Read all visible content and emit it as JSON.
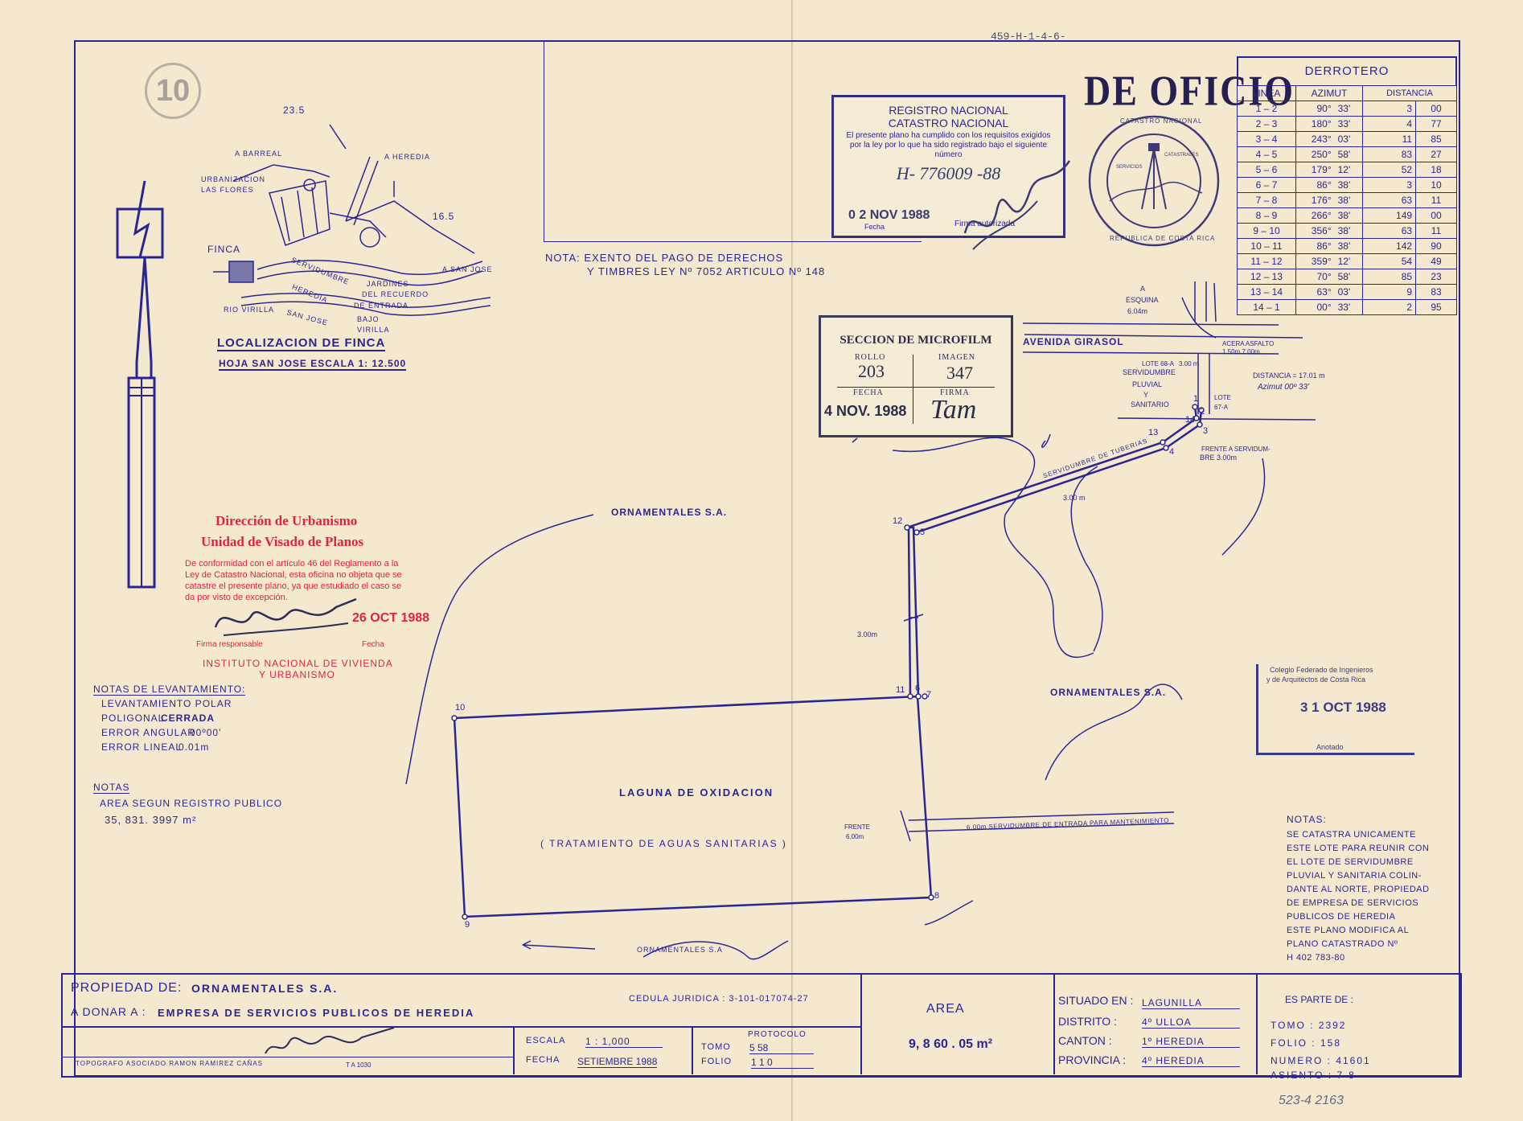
{
  "doc_number": "459-H-1-4-6-",
  "circle_number": "10",
  "de_oficio": "DE OFICIO",
  "derrotero": {
    "title": "DERROTERO",
    "headers": [
      "LINEA",
      "AZIMUT",
      "DISTANCIA"
    ],
    "rows": [
      {
        "linea": "1 – 2",
        "deg": "90°",
        "min": "33'",
        "d1": "3",
        "d2": "00"
      },
      {
        "linea": "2 – 3",
        "deg": "180°",
        "min": "33'",
        "d1": "4",
        "d2": "77"
      },
      {
        "linea": "3 – 4",
        "deg": "243°",
        "min": "03'",
        "d1": "11",
        "d2": "85"
      },
      {
        "linea": "4 – 5",
        "deg": "250°",
        "min": "58'",
        "d1": "83",
        "d2": "27"
      },
      {
        "linea": "5 – 6",
        "deg": "179°",
        "min": "12'",
        "d1": "52",
        "d2": "18"
      },
      {
        "linea": "6 – 7",
        "deg": "86°",
        "min": "38'",
        "d1": "3",
        "d2": "10"
      },
      {
        "linea": "7 – 8",
        "deg": "176°",
        "min": "38'",
        "d1": "63",
        "d2": "11"
      },
      {
        "linea": "8 – 9",
        "deg": "266°",
        "min": "38'",
        "d1": "149",
        "d2": "00"
      },
      {
        "linea": "9 – 10",
        "deg": "356°",
        "min": "38'",
        "d1": "63",
        "d2": "11"
      },
      {
        "linea": "10 – 11",
        "deg": "86°",
        "min": "38'",
        "d1": "142",
        "d2": "90"
      },
      {
        "linea": "11 – 12",
        "deg": "359°",
        "min": "12'",
        "d1": "54",
        "d2": "49"
      },
      {
        "linea": "12 – 13",
        "deg": "70°",
        "min": "58'",
        "d1": "85",
        "d2": "23"
      },
      {
        "linea": "13 – 14",
        "deg": "63°",
        "min": "03'",
        "d1": "9",
        "d2": "83"
      },
      {
        "linea": "14 – 1",
        "deg": "00°",
        "min": "33'",
        "d1": "2",
        "d2": "95"
      }
    ]
  },
  "registro": {
    "line1": "REGISTRO NACIONAL",
    "line2": "CATASTRO NACIONAL",
    "body": "El presente plano ha cumplido con los requisitos exigidos por la ley por lo que ha sido registrado bajo el siguiente número",
    "number": "H- 776009 -88",
    "date": "0 2 NOV 1988",
    "fecha": "Fecha",
    "firma": "Firma autorizada"
  },
  "seal": {
    "ring_top": "CATASTRO NACIONAL",
    "ring_bottom": "REPUBLICA DE COSTA RICA",
    "inner1": "SERVICIOS",
    "inner2": "CATASTRALES"
  },
  "nota_exento": {
    "line1": "NOTA: EXENTO DEL PAGO DE DERECHOS",
    "line2": "Y TIMBRES LEY Nº 7052  ARTICULO  Nº 148"
  },
  "microfilm": {
    "title": "SECCION DE MICROFILM",
    "rollo_label": "ROLLO",
    "rollo": "203",
    "imagen_label": "IMAGEN",
    "imagen": "347",
    "fecha_label": "FECHA",
    "fecha": "4 NOV. 1988",
    "firma_label": "FIRMA",
    "firma": "Tam"
  },
  "urbanismo": {
    "title1": "Dirección de Urbanismo",
    "title2": "Unidad de Visado de Planos",
    "body": "De conformidad con el artículo 46 del Reglamento a la Ley de Catastro Nacional, esta oficina no objeta que se catastre el presente plano, ya que estudiado el caso se da por visto de excepción.",
    "date": "26 OCT 1988",
    "firma": "Firma responsable",
    "fecha": "Fecha",
    "inst1": "INSTITUTO NACIONAL DE VIVIENDA",
    "inst2": "Y URBANISMO"
  },
  "location_map": {
    "title": "LOCALIZACION  DE  FINCA",
    "subtitle": "HOJA SAN JOSE   ESCALA  1: 12.500",
    "labels": {
      "coord1": "23.5",
      "coord2": "16.5",
      "a_barreal": "A  BARREAL",
      "a_heredia": "A  HEREDIA",
      "urb1": "URBANIZACION",
      "urb2": "LAS  FLORES",
      "finca": "FINCA",
      "a_san_jose": "A  SAN JOSE",
      "servidumbre": "SERVIDUMBRE",
      "heredia": "HEREDIA",
      "jardines1": "JARDINES",
      "jardines2": "DEL  RECUERDO",
      "entrada": "DE  ENTRADA",
      "rio": "RIO  VIRILLA",
      "san_jose": "SAN  JOSE",
      "bajo1": "BAJO",
      "bajo2": "VIRILLA"
    }
  },
  "notas_levantamiento": {
    "title": "NOTAS DE LEVANTAMIENTO:",
    "l1": "LEVANTAMIENTO POLAR",
    "l2a": "POLIGONAL",
    "l2b": "CERRADA",
    "l3a": "ERROR ANGULAR",
    "l3b": "00º00'",
    "l4a": "ERROR LINEAL",
    "l4b": "0.01m"
  },
  "notas_area": {
    "title": "NOTAS",
    "l1": "AREA SEGUN REGISTRO PUBLICO",
    "l2": "35, 831. 3997 m²"
  },
  "plan": {
    "ornamentales_top": "ORNAMENTALES  S.A.",
    "ornamentales_right": "ORNAMENTALES  S.A.",
    "ornamentales_bottom": "ORNAMENTALES        S.A",
    "laguna": "LAGUNA  DE  OXIDACION",
    "tratamiento": "( TRATAMIENTO  DE  AGUAS  SANITARIAS )",
    "avenida": "AVENIDA  GIRASOL",
    "esquina1": "A",
    "esquina2": "ESQUINA",
    "esquina3": "6.04m",
    "acera_asfalto": "ACERA  ASFALTO",
    "acera_vals": "1.50m      7.00m",
    "lote68": "LOTE 68-A",
    "lote68_val": "3.00 m",
    "serv1": "SERVIDUMBRE",
    "serv2": "PLUVIAL",
    "serv3": "Y",
    "serv4": "SANITARIO",
    "lote67a": "LOTE",
    "lote67b": "67-A",
    "distancia1": "DISTANCIA = 17.01 m",
    "distancia2": "Azimut  00º 33'",
    "frente1": "FRENTE  A  SERVIDUM-",
    "frente2": "BRE  3.00m",
    "serv_tuberias": "SERVIDUMBRE  DE  TUBERIAS",
    "w_300a": "3.00 m",
    "w_300b": "3.00m",
    "frente_600a": "FRENTE",
    "frente_600b": "6.00m",
    "serv_entrada": "6.00m  SERVIDUMBRE  DE  ENTRADA  PARA  MANTENIMIENTO",
    "pts": [
      "1",
      "2",
      "3",
      "4",
      "5",
      "6",
      "7",
      "8",
      "9",
      "10",
      "11",
      "12",
      "13",
      "14"
    ]
  },
  "colegio": {
    "l1": "Colegio Federado de Ingenieros",
    "l2": "y de Arquitectos de Costa Rica",
    "date": "3 1 OCT 1988",
    "apotado": "Anotado"
  },
  "notas_right": {
    "title": "NOTAS:",
    "lines": [
      "SE CATASTRA UNICAMENTE",
      "ESTE LOTE PARA REUNIR CON",
      "EL LOTE DE SERVIDUMBRE",
      "PLUVIAL Y SANITARIA COLIN-",
      "DANTE AL NORTE, PROPIEDAD",
      "DE EMPRESA DE SERVICIOS",
      "PUBLICOS DE HEREDIA",
      "ESTE PLANO MODIFICA AL",
      "PLANO CATASTRADO Nº",
      "H 402 783-80"
    ]
  },
  "title_block": {
    "propiedad_label": "PROPIEDAD DE:",
    "propiedad": "ORNAMENTALES    S.A.",
    "cedula": "CEDULA JURIDICA : 3-101-017074-27",
    "donar_label": "A DONAR  A :",
    "donar": "EMPRESA  DE  SERVICIOS  PUBLICOS  DE  HEREDIA",
    "topografo": "TOPOGRAFO  ASOCIADO      RAMON  RAMIREZ  CAÑAS",
    "ta": "T A  1030",
    "escala_label": "ESCALA",
    "escala": "1 : 1,000",
    "fecha_label": "FECHA",
    "fecha": "SETIEMBRE 1988",
    "protocolo": "PROTOCOLO",
    "tomo_label": "TOMO",
    "tomo": "5 58",
    "folio_label": "FOLIO",
    "folio": "1 1 0",
    "area_label": "AREA",
    "area": "9, 8 60 . 05  m²",
    "situado_label": "SITUADO EN :",
    "situado": "LAGUNILLA",
    "distrito_label": "DISTRITO :",
    "distrito": "4º  ULLOA",
    "canton_label": "CANTON :",
    "canton": "1º HEREDIA",
    "provincia_label": "PROVINCIA :",
    "provincia": "4º HEREDIA",
    "parte_label": "ES PARTE DE :",
    "tomo2": "TOMO : 2392",
    "folio2": "FOLIO : 158",
    "numero": "NUMERO : 41601",
    "asiento": "ASIENTO : 7-8"
  },
  "bottom_note": "523-4   2163"
}
